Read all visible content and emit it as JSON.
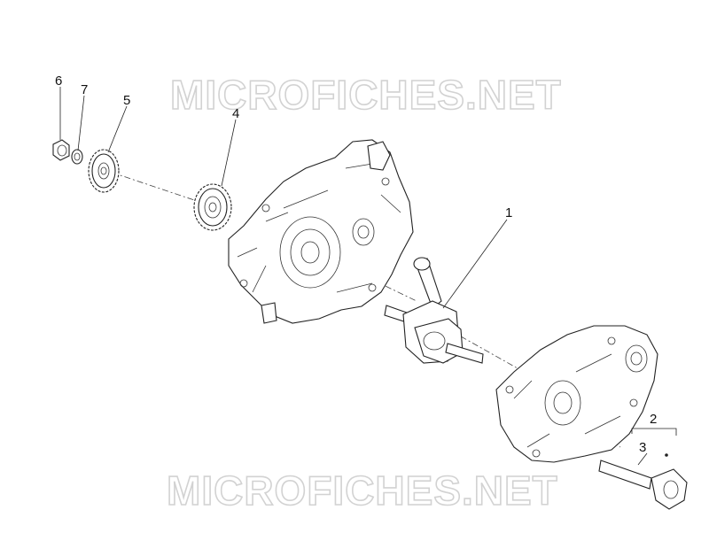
{
  "watermark": {
    "text": "MICROFICHES.NET"
  },
  "callouts": [
    {
      "id": "label-6",
      "text": "6"
    },
    {
      "id": "label-7",
      "text": "7"
    },
    {
      "id": "label-5",
      "text": "5"
    },
    {
      "id": "label-4",
      "text": "4"
    },
    {
      "id": "label-1",
      "text": "1"
    },
    {
      "id": "label-2",
      "text": "2"
    },
    {
      "id": "label-3",
      "text": "3"
    }
  ]
}
